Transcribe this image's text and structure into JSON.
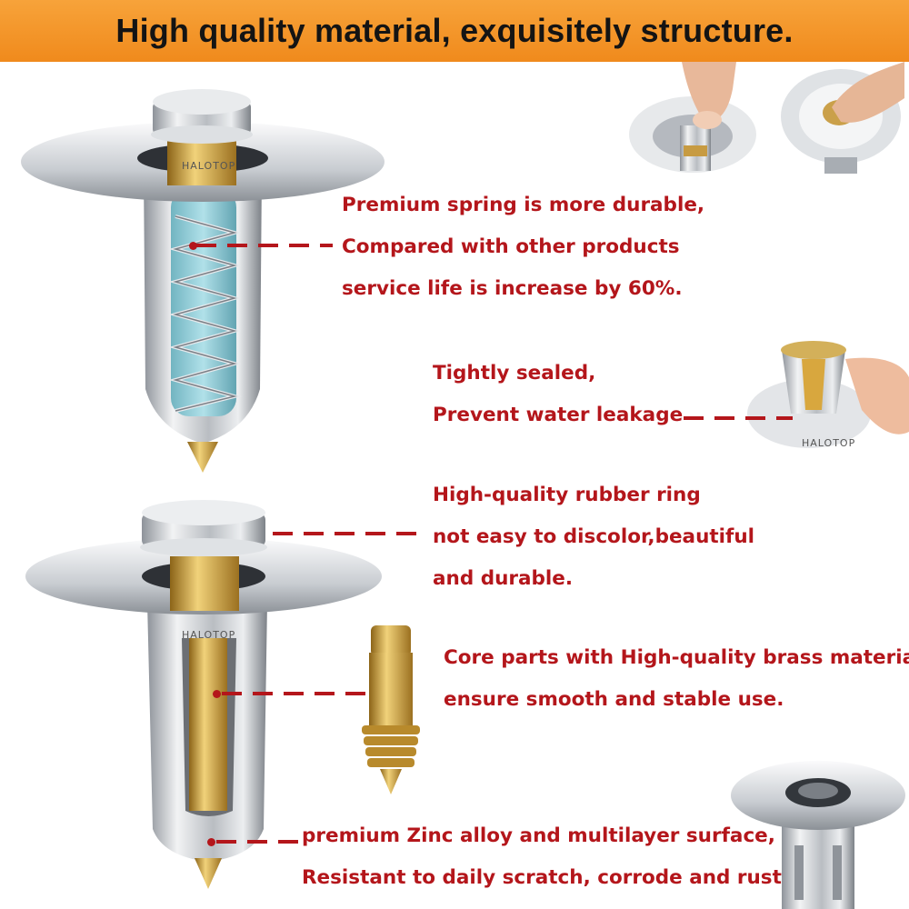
{
  "header": {
    "title": "High quality material, exquisitely structure."
  },
  "brand": "HALOTOP",
  "callouts": {
    "spring": [
      "Premium spring is more durable,",
      "Compared with other products",
      "service life is increase by 60%."
    ],
    "seal": [
      "Tightly sealed,",
      "Prevent water leakage"
    ],
    "rubber": [
      "High-quality rubber ring",
      "not easy to discolor,beautiful",
      "and durable."
    ],
    "core": [
      "Core parts with High-quality brass material",
      "ensure smooth and stable use."
    ],
    "zinc": [
      "premium Zinc alloy and multilayer surface,",
      "Resistant to daily scratch, corrode and rust."
    ]
  },
  "colors": {
    "banner": "#f08a1c",
    "caption_text": "#b4161b",
    "steel": "#c9ccd0",
    "brass": "#c9a04a"
  },
  "icons": [
    "drain-plug-illustration",
    "spring-illustration",
    "brass-core-illustration",
    "hand-press-photo",
    "plug-photo"
  ]
}
